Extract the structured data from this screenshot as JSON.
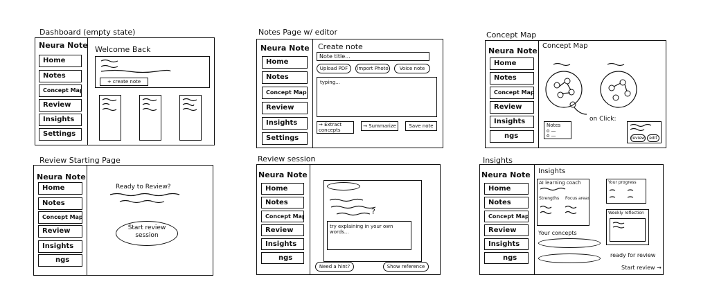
{
  "nav_labels": [
    "Home",
    "Notes",
    "Concept Map",
    "Review",
    "Insights"
  ],
  "frames": {
    "dashboard": {
      "caption": "Dashboard (empty state)",
      "brand": "Neura Note",
      "nav": [
        "Home",
        "Notes",
        "Concept Map",
        "Review",
        "Insights",
        "Settings"
      ],
      "heading": "Welcome Back",
      "create_button": "+ create note"
    },
    "notes": {
      "caption": "Notes Page w/ editor",
      "brand": "Neura Note",
      "nav": [
        "Home",
        "Notes",
        "Concept Map",
        "Review",
        "Insights",
        "Settings"
      ],
      "heading": "Create note",
      "title_placeholder": "Note title...",
      "upload_pdf": "Upload PDF",
      "import_photo": "Import Photo",
      "voice_note": "Voice note",
      "editor_placeholder": "typing...",
      "extract_concepts": "→ Extract concepts",
      "summarize": "→ Summarize",
      "save_note": "Save note"
    },
    "concept_map": {
      "caption": "Concept Map",
      "brand": "Neura Note",
      "nav": [
        "Home",
        "Notes",
        "Concept Map",
        "Review",
        "Insights",
        "ngs"
      ],
      "heading": "Concept Map",
      "notes_label": "Notes",
      "on_click": "on Click:",
      "review_button": "review",
      "edit_button": "edit"
    },
    "review_start": {
      "caption": "Review Starting Page",
      "brand": "Neura Note",
      "nav": [
        "Home",
        "Notes",
        "Concept Map",
        "Review",
        "Insights",
        "ngs"
      ],
      "prompt": "Ready to Review?",
      "start_button": "Start review session"
    },
    "review_session": {
      "caption": "Review session",
      "brand": "Neura Note",
      "nav": [
        "Home",
        "Notes",
        "Concept Map",
        "Review",
        "Insights",
        "ngs"
      ],
      "question_mark": "?",
      "answer_placeholder": "try explaining in your own words...",
      "hint_button": "Need a hint?",
      "reference_button": "Show reference"
    },
    "insights": {
      "caption": "Insights",
      "brand": "Neura Note",
      "nav": [
        "Home",
        "Notes",
        "Concept Map",
        "Review",
        "Insights",
        "ngs"
      ],
      "heading": "Insights",
      "ai_coach": "AI learning coach",
      "strengths": "Strengths",
      "focus_areas": "Focus areas",
      "your_progress": "Your progress",
      "weekly_reflection": "Weekly reflection",
      "your_concepts": "Your concepts",
      "ready_for_review": "ready for review",
      "start_review": "Start review →"
    }
  }
}
